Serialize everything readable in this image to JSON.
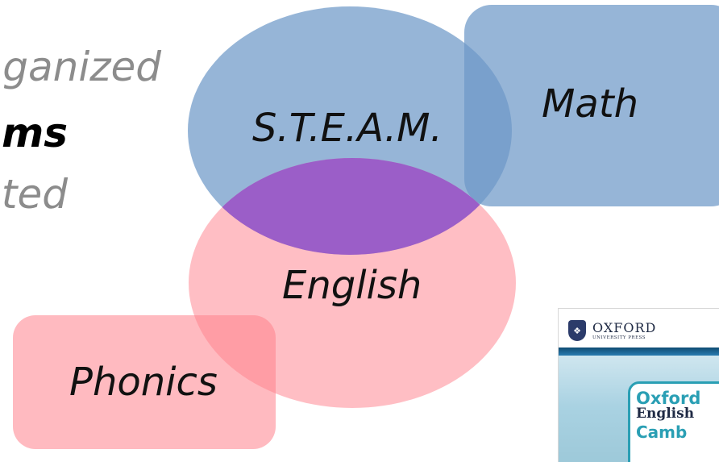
{
  "left_text": {
    "line1": "ganized",
    "line2": "ms",
    "line3": "ted"
  },
  "diagram": {
    "steam_label": "S.T.E.A.M.",
    "math_label": "Math",
    "english_label": "English",
    "phonics_label": "Phonics",
    "colors": {
      "blue": "#6e98c8",
      "pink": "#ff96a0",
      "overlap_purple": "#9b5ec8"
    }
  },
  "book_cover": {
    "publisher": "OXFORD",
    "publisher_sub": "UNIVERSITY PRESS",
    "title_line1": "Oxford",
    "title_line2": "English",
    "title_line3": "Camb"
  }
}
